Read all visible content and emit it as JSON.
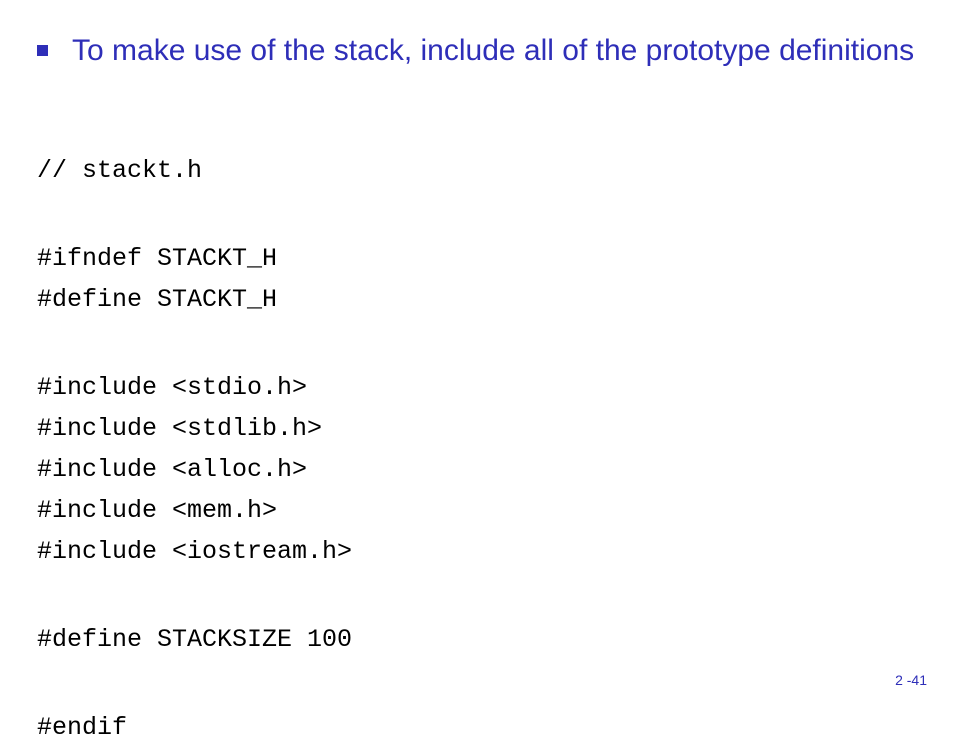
{
  "slide": {
    "bullet": {
      "text": "To make use of the stack, include all of the prototype definitions",
      "color": "#2e2eb8"
    },
    "code": {
      "lines": [
        "// stackt.h",
        "",
        "#ifndef STACKT_H",
        "#define STACKT_H",
        "",
        "#include <stdio.h>",
        "#include <stdlib.h>",
        "#include <alloc.h>",
        "#include <mem.h>",
        "#include <iostream.h>",
        "",
        "#define STACKSIZE 100",
        "",
        "#endif"
      ]
    },
    "page_number": "2 -41"
  }
}
